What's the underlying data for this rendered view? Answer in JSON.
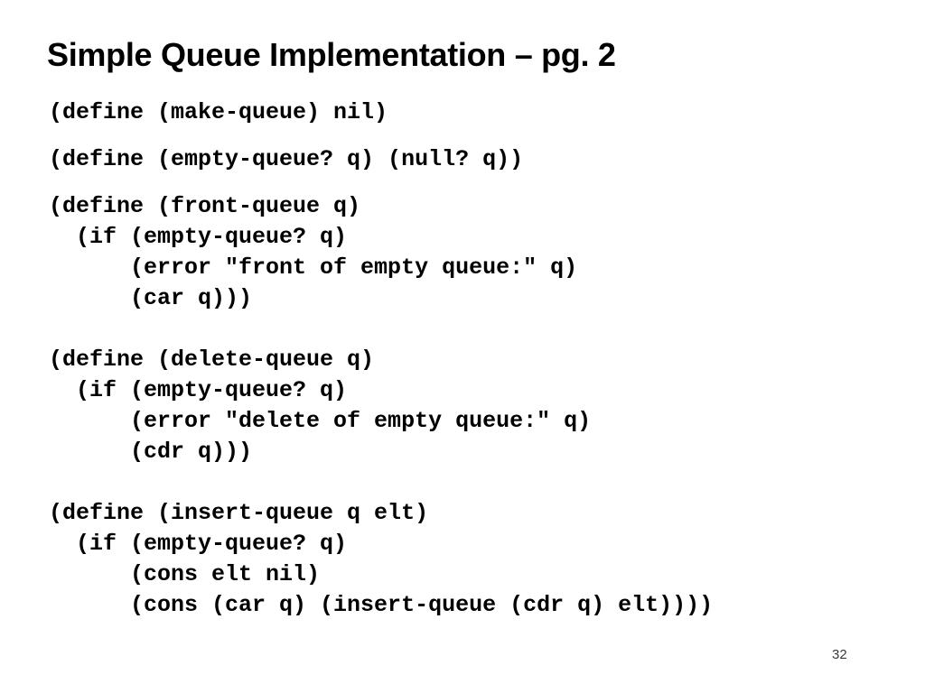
{
  "slide": {
    "title": "Simple Queue Implementation – pg. 2",
    "page_number": "32",
    "colors": {
      "background": "#ffffff",
      "title_text": "#000000",
      "code_text": "#000000",
      "page_number_text": "#3a3a3a"
    },
    "code_blocks": [
      {
        "name": "make-queue",
        "text": "(define (make-queue) nil)"
      },
      {
        "name": "empty-queue?",
        "text": "(define (empty-queue? q) (null? q))"
      },
      {
        "name": "front-queue",
        "text": "(define (front-queue q)\n  (if (empty-queue? q)\n      (error \"front of empty queue:\" q)\n      (car q)))"
      },
      {
        "name": "delete-queue",
        "text": "(define (delete-queue q)\n  (if (empty-queue? q)\n      (error \"delete of empty queue:\" q)\n      (cdr q)))"
      },
      {
        "name": "insert-queue",
        "text": "(define (insert-queue q elt)\n  (if (empty-queue? q)\n      (cons elt nil)\n      (cons (car q) (insert-queue (cdr q) elt))))"
      }
    ]
  }
}
